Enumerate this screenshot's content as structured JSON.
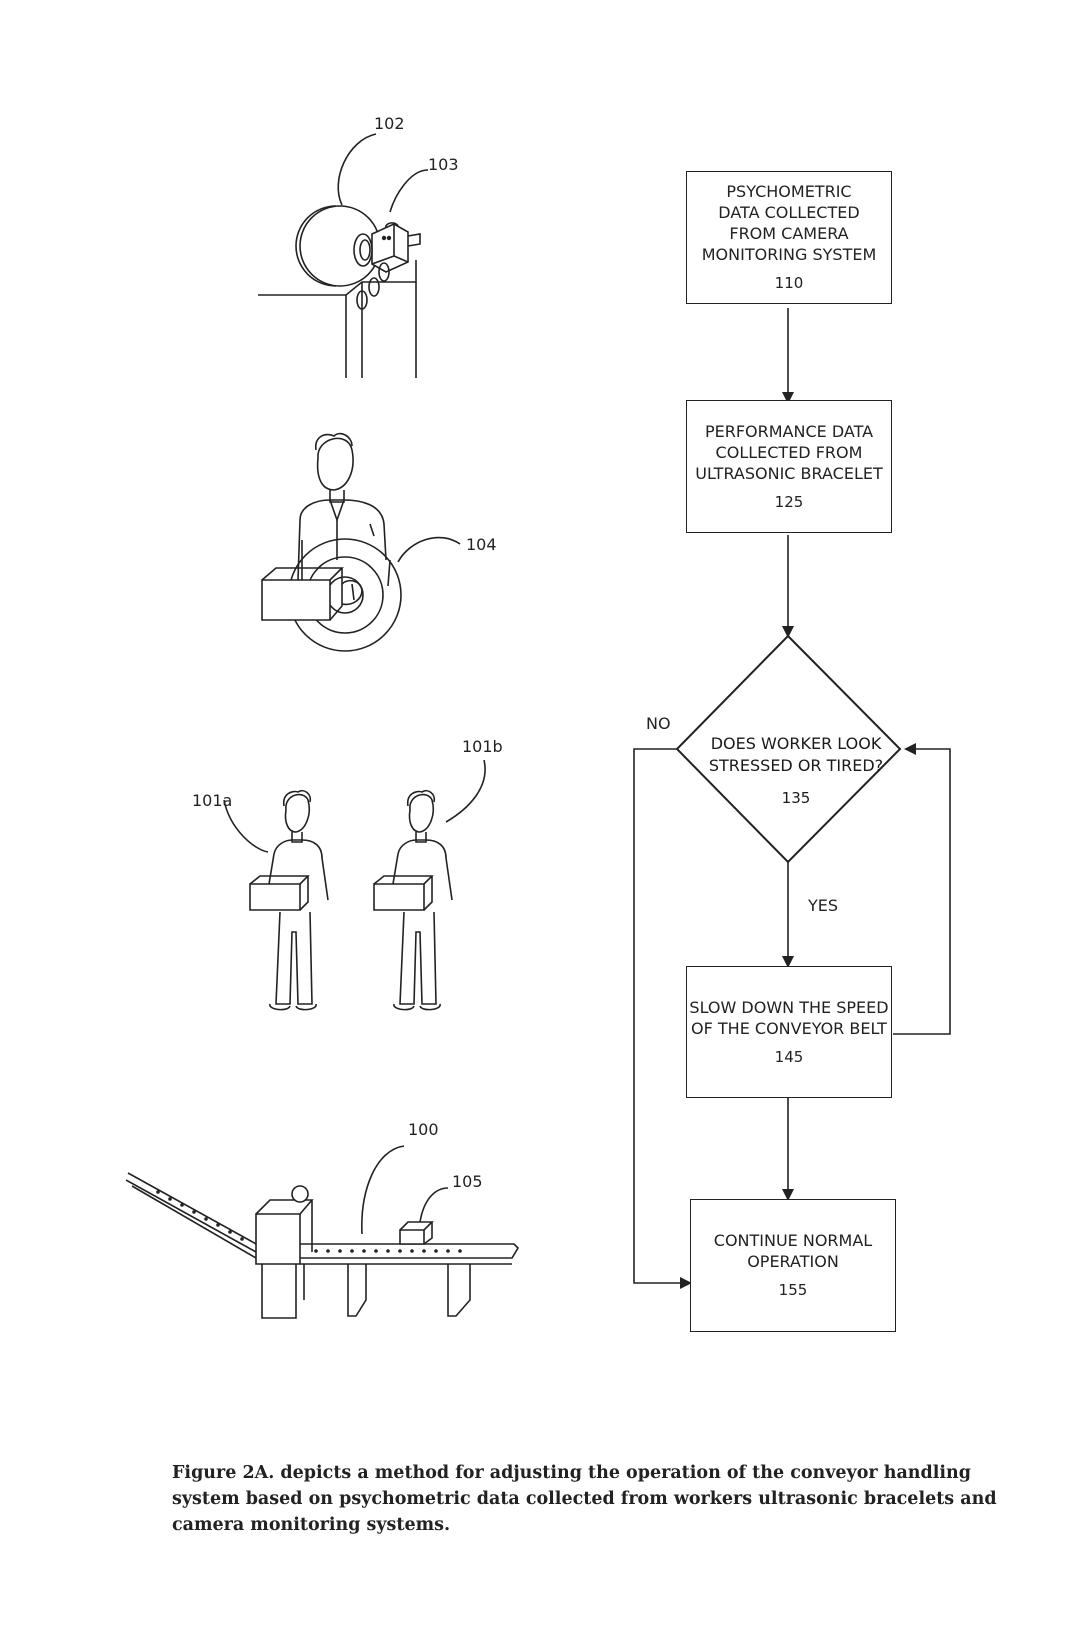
{
  "illustrations": {
    "camera_ref_a": "102",
    "camera_ref_b": "103",
    "bracelet_ref": "104",
    "worker_ref_a": "101a",
    "worker_ref_b": "101b",
    "conveyor_ref": "100",
    "package_ref": "105"
  },
  "flowchart": {
    "step1": {
      "label": "PSYCHOMETRIC\nDATA COLLECTED\nFROM CAMERA\nMONITORING SYSTEM",
      "number": "110"
    },
    "step2": {
      "label": "PERFORMANCE DATA\nCOLLECTED FROM\nULTRASONIC BRACELET",
      "number": "125"
    },
    "decision": {
      "label": "DOES WORKER LOOK\nSTRESSED OR TIRED?",
      "number": "135",
      "yes_label": "YES",
      "no_label": "NO"
    },
    "step3": {
      "label": "SLOW DOWN THE SPEED\nOF  THE CONVEYOR BELT",
      "number": "145"
    },
    "step4": {
      "label": "CONTINUE NORMAL\nOPERATION",
      "number": "155"
    }
  },
  "caption": "Figure 2A. depicts a method for adjusting the operation of the conveyor handling system based on psychometric data collected from workers ultrasonic bracelets and camera monitoring systems."
}
